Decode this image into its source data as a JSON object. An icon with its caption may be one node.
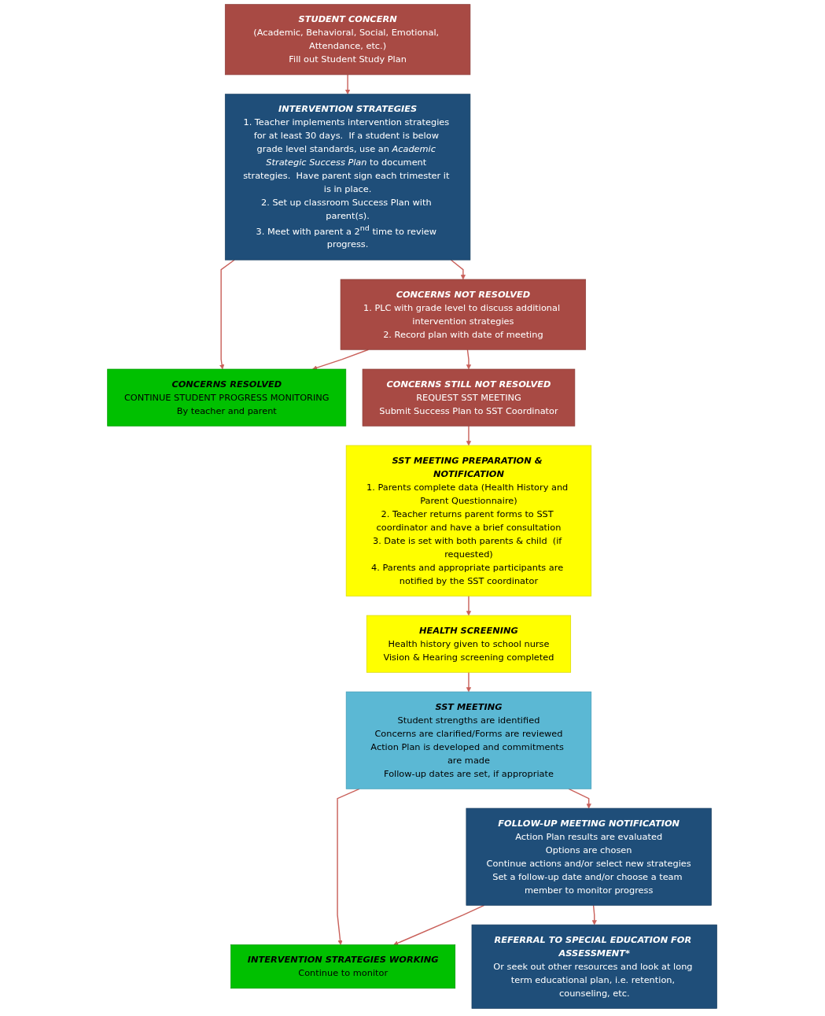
{
  "diagram": {
    "nodes": [
      {
        "text": [
          "STUDENT CONCERN",
          "(Academic, Behavioral, Social, Emotional, Attendance, etc.)",
          "Fill out Student Study Plan"
        ]
      },
      {
        "text": [
          "INTERVENTION STRATEGIES",
          "1. Teacher implements intervention strategies for at least 30 days.  If a student is below grade level standards, use an *Academic Strategic Success Plan* to document strategies.  Have parent sign each trimester it is in place.",
          "2. Set up classroom Success Plan with parent(s).",
          "3. Meet with parent a 2$^{nd}$ time to review progress."
        ]
      },
      {
        "text": [
          "CONCERNS RESOLVED",
          "CONTINUE STUDENT PROGRESS MONITORING",
          "By teacher and parent"
        ]
      },
      {
        "text": [
          "CONCERNS NOT RESOLVED",
          "1. PLC with grade level to discuss additional intervention strategies",
          "2. Record plan with date of meeting"
        ]
      },
      {
        "text": [
          "CONCERNS STILL NOT RESOLVED",
          "REQUEST SST MEETING",
          "Submit Success Plan to SST Coordinator"
        ]
      },
      {
        "text": [
          "SST MEETING PREPARATION & NOTIFICATION",
          "1. Parents complete data (Health History and Parent Questionnaire)",
          "2. Teacher returns parent forms to SST coordinator and have a brief consultation",
          "3. Date is set with both parents & child  (if requested)",
          "4. Parents and appropriate participants are notified by the SST coordinator"
        ]
      },
      {
        "text": [
          "HEALTH SCREENING",
          "Health history given to school nurse",
          "Vision & Hearing screening completed"
        ]
      },
      {
        "text": [
          "SST MEETING",
          "Student strengths are identified",
          "Concerns are clarified/Forms are reviewed",
          "Action Plan is developed and commitments are made",
          "Follow-up dates are set, if appropriate"
        ]
      },
      {
        "text": [
          "FOLLOW-UP MEETING NOTIFICATION",
          "Action Plan results are evaluated",
          "Options are chosen",
          "Continue actions and/or select new strategies",
          "Set a follow-up date and/or choose a team member to monitor progress"
        ]
      },
      {
        "text": [
          "INTERVENTION STRATEGIES WORKING",
          "Continue to monitor"
        ]
      },
      {
        "text": [
          "REFERRAL TO SPECIAL EDUCATION FOR ASSESSMENT*",
          "Or seek out other resources and look at long term educational plan, i.e. retention, counseling, etc."
        ]
      }
    ],
    "edges": [
      {
        "from": 0,
        "to": 1,
        "arrow": "to"
      },
      {
        "from": 1,
        "to": 2,
        "arrow": "to"
      },
      {
        "from": 1,
        "to": 3,
        "arrow": "to"
      },
      {
        "from": 3,
        "to": 2,
        "arrow": "to"
      },
      {
        "from": 3,
        "to": 4,
        "arrow": "to"
      },
      {
        "from": 4,
        "to": 5,
        "arrow": "to"
      },
      {
        "from": 5,
        "to": 6,
        "arrow": "to"
      },
      {
        "from": 6,
        "to": 7,
        "arrow": "to"
      },
      {
        "from": 7,
        "to": 8,
        "arrow": "to"
      },
      {
        "from": 7,
        "to": 9,
        "arrow": "to"
      },
      {
        "from": 8,
        "to": 9,
        "arrow": "to"
      },
      {
        "from": 8,
        "to": 10,
        "arrow": "to"
      }
    ]
  }
}
